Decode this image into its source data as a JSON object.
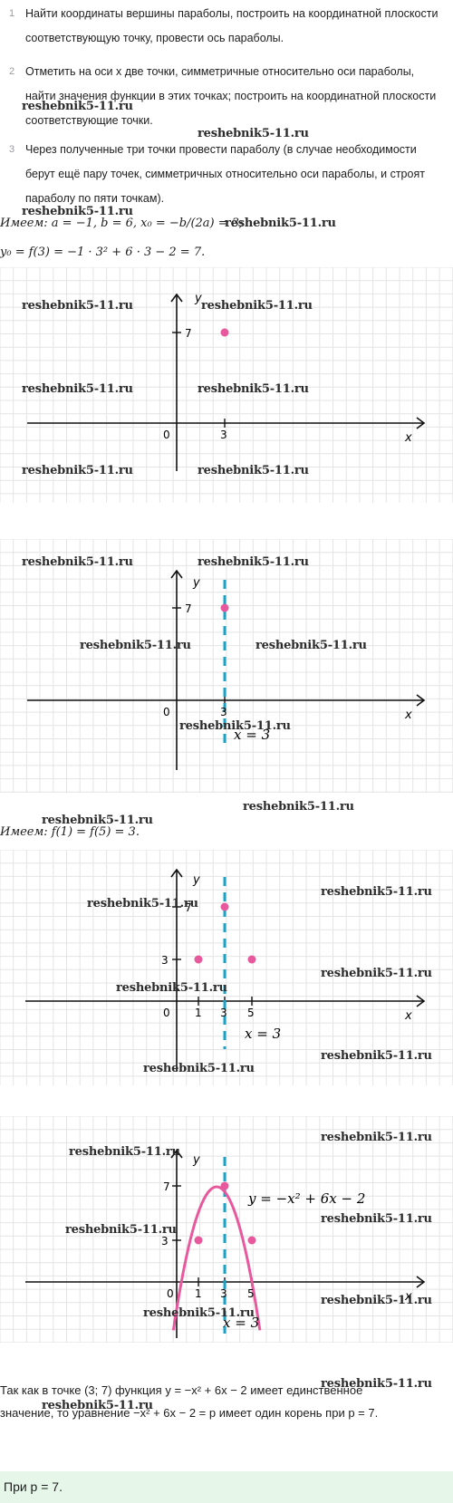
{
  "steps": [
    {
      "num": "1",
      "text": "Найти координаты вершины параболы, построить на координатной плоскости соответствующую точку, провести ось параболы."
    },
    {
      "num": "2",
      "text": "Отметить на оси x две точки, симметричные относительно оси параболы, найти значения функции в этих точках; построить на координатной плоскости соответствующие точки."
    },
    {
      "num": "3",
      "text": "Через полученные три точки провести параболу (в случае необходимости берут ещё пару точек, симметричных относительно оси параболы, и строят параболу по пяти точкам)."
    }
  ],
  "calc_line_1": "Имеем: a = −1, b = 6, x₀ = −b/(2a) = 3;",
  "calc_line_2": "y₀ = f(3) = −1 · 3² + 6 · 3 − 2 = 7.",
  "calc_line_3": "Имеем: f(1) = f(5) = 3.",
  "conclusion_1": "Так как в точке (3; 7) функция y = −x² + 6x − 2 имеет единственное",
  "conclusion_2": "значение, то уравнение −x² + 6x − 2 = p имеет один корень при p = 7.",
  "answer": "При p = 7.",
  "watermark": "reshebnik5-11.ru",
  "graph_labels": {
    "x": "x",
    "y": "y",
    "origin": "0",
    "tick_1": "1",
    "tick_3": "3",
    "tick_5": "5",
    "tick_y3": "3",
    "tick_y7": "7",
    "axis_eq": "x = 3",
    "parabola_eq": "y = −x² + 6x − 2"
  },
  "colors": {
    "point": "#e8589d",
    "axis_line": "#1aa3c8",
    "curve": "#e8589d",
    "grid": "#e4e4e4"
  }
}
